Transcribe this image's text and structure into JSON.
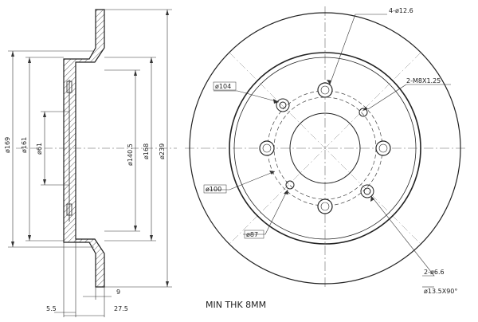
{
  "side_view": {
    "dims": {
      "d169": "ø169",
      "d161": "ø161",
      "d61": "ø61",
      "d140_5": "ø140.5",
      "d168": "ø168",
      "d239": "ø239",
      "w9": "9",
      "w5_5": "5.5",
      "w27_5": "27.5"
    }
  },
  "front_view": {
    "callouts": {
      "holes_4": "4-ø12.6",
      "threads": "2-M8X1.25",
      "d104": "ø104",
      "d100": "ø100",
      "d87": "ø87",
      "holes_2": "2-ø6.6",
      "countersink": "ø13.5X90°"
    }
  },
  "note": "MIN THK 8MM"
}
